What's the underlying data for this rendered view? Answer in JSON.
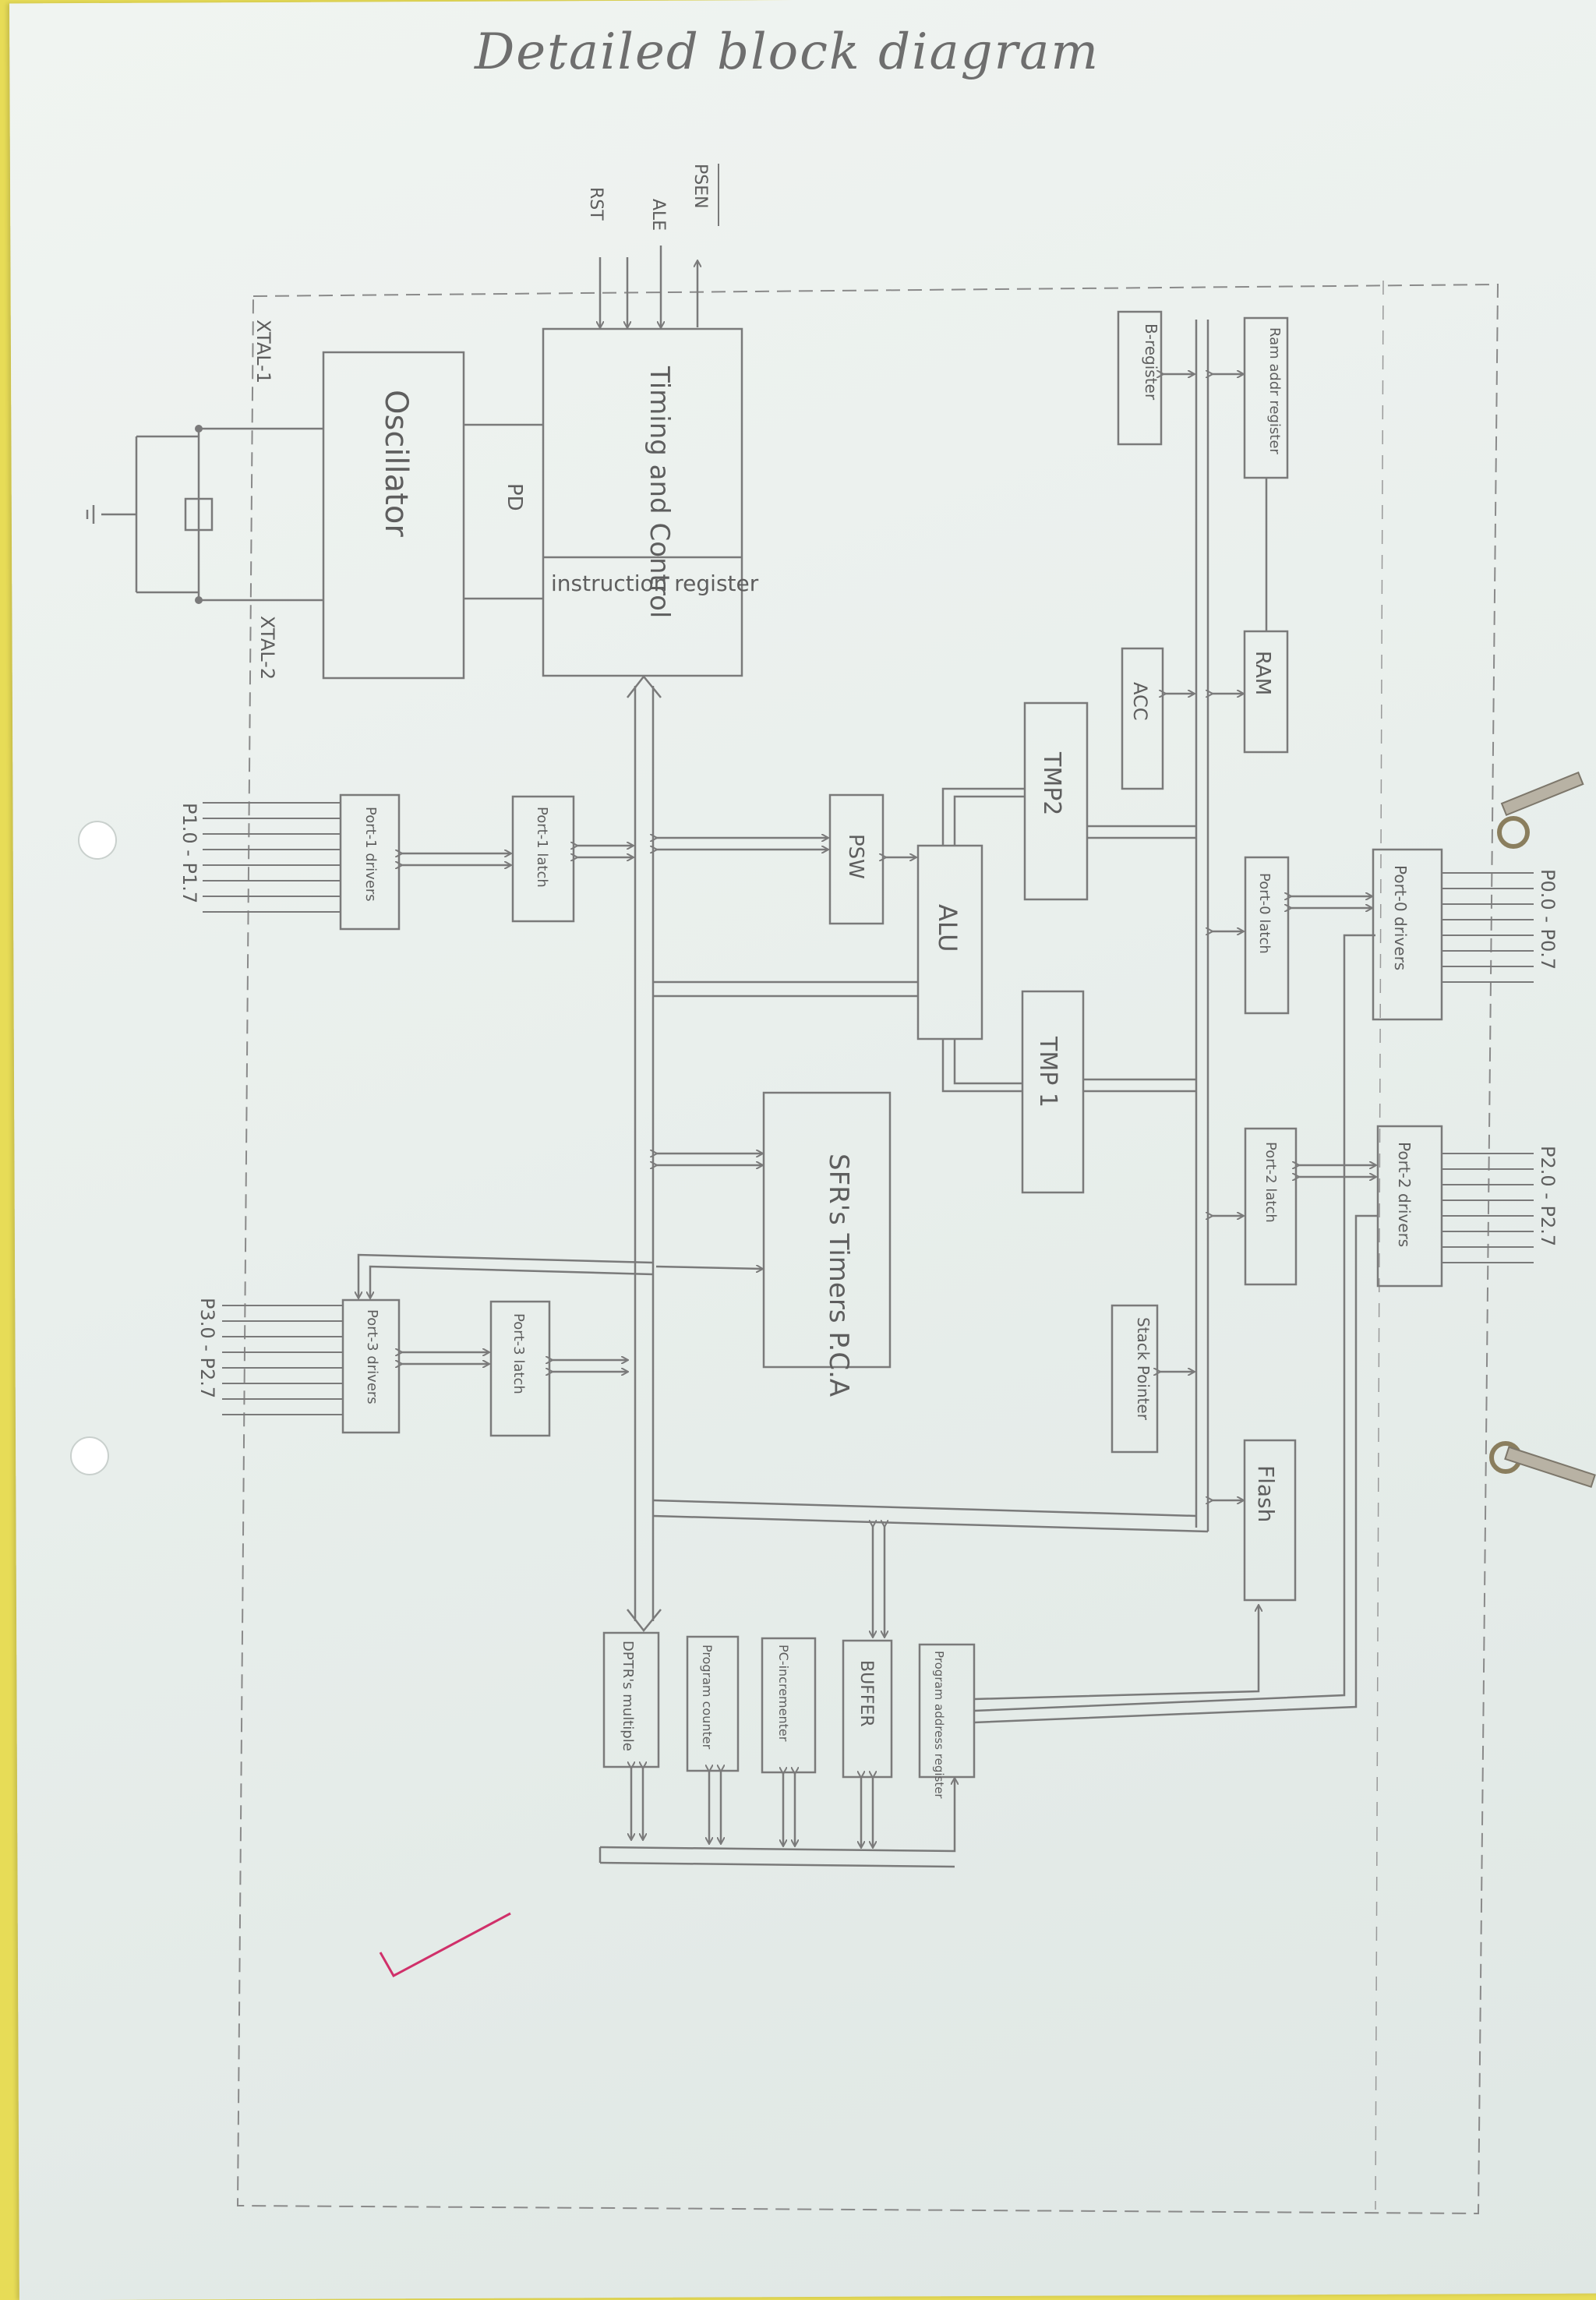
{
  "title": "Detailed block diagram",
  "signals": {
    "psen": "PSEN",
    "ale": "ALE",
    "rst": "RST",
    "xtal1": "XTAL-1",
    "xtal2": "XTAL-2",
    "pd": "PD"
  },
  "blocks": {
    "oscillator": "Oscillator",
    "timing_control": "Timing and Control",
    "instruction_register": "instruction register",
    "b_register": "B-register",
    "ram_addr_register": "Ram addr register",
    "ram": "RAM",
    "acc": "ACC",
    "tmp2": "TMP2",
    "tmp1": "TMP 1",
    "psw": "PSW",
    "alu": "ALU",
    "sfr": "SFR's Timers P.C.A",
    "port1_latch": "Port-1 latch",
    "port1_drivers": "Port-1 drivers",
    "port3_latch": "Port-3 latch",
    "port3_drivers": "Port-3 drivers",
    "port0_latch": "Port-0 latch",
    "port0_drivers": "Port-0 drivers",
    "port2_latch": "Port-2 latch",
    "port2_drivers": "Port-2 drivers",
    "stack_pointer": "Stack Pointer",
    "flash": "Flash",
    "dptr": "DPTR's multiple",
    "program_counter": "Program counter",
    "pc_incrementer": "PC-incrementer",
    "buffer": "BUFFER",
    "program_address_register": "Program address register"
  },
  "pins": {
    "p1": "P1.0 - P1.7",
    "p3": "P3.0 - P2.7",
    "p0": "P0.0 - P0.7",
    "p2": "P2.0 - P2.7"
  },
  "colors": {
    "pencil": "#7a7a7a",
    "tick": "#d0306a",
    "paper": "#eef2ef",
    "binder": "#e7dc57"
  }
}
